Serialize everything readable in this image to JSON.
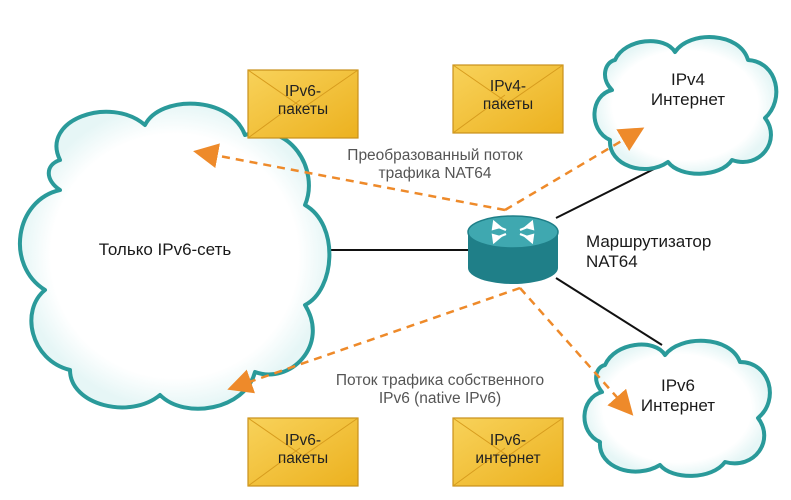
{
  "clouds": {
    "ipv6_only": "Только IPv6-сеть",
    "ipv4_internet": {
      "line1": "IPv4",
      "line2": "Интернет"
    },
    "ipv6_internet": {
      "line1": "IPv6",
      "line2": "Интернет"
    }
  },
  "router": {
    "line1": "Маршрутизатор",
    "line2": "NAT64"
  },
  "flows": {
    "translated": {
      "line1": "Преобразованный поток",
      "line2": "трафика NAT64"
    },
    "native": {
      "line1": "Поток трафика собственного",
      "line2": "IPv6 (native IPv6)"
    }
  },
  "envelopes": {
    "top_left": {
      "line1": "IPv6-",
      "line2": "пакеты"
    },
    "top_right": {
      "line1": "IPv4-",
      "line2": "пакеты"
    },
    "bottom_left": {
      "line1": "IPv6-",
      "line2": "пакеты"
    },
    "bottom_right": {
      "line1": "IPv6-",
      "line2": "интернет"
    }
  },
  "colors": {
    "cloud_stroke": "#2a9a9a",
    "cloud_fill": "#ffffff",
    "arrow": "#ee8a2a",
    "router_body": "#1f7f88",
    "router_top": "#3fa8b0",
    "envelope_fill": "#f2bd2c",
    "envelope_border": "#c9901a",
    "link": "#111111"
  }
}
